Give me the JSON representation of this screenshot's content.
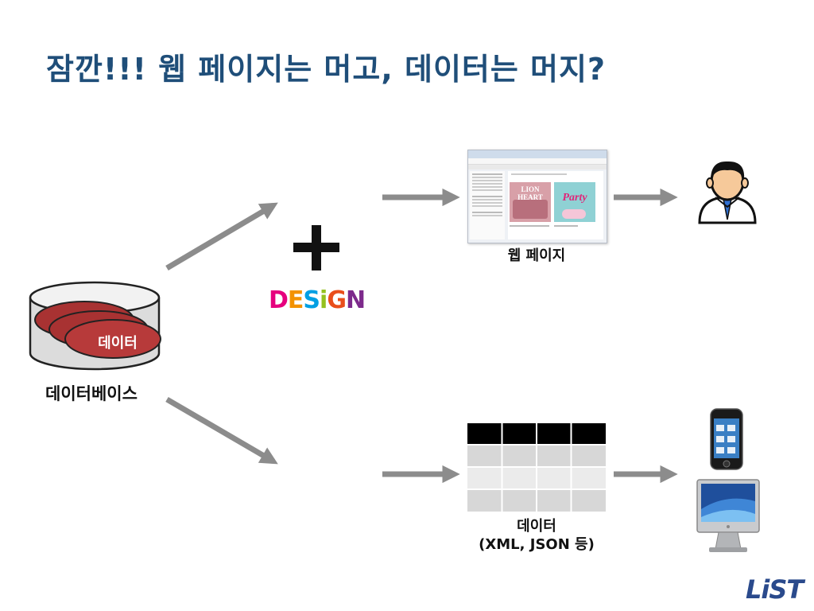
{
  "title": "잠깐!!! 웹 페이지는 머고, 데이터는 머지?",
  "database": {
    "label": "데이터베이스",
    "disk_label": "데이터"
  },
  "design": {
    "letters": [
      "D",
      "E",
      "S",
      "i",
      "G",
      "N"
    ],
    "colors": [
      "#e6007e",
      "#f39200",
      "#009fe3",
      "#95c11f",
      "#e94e1b",
      "#7d2a8c"
    ]
  },
  "webpage": {
    "label": "웹 페이지",
    "album_left": "LION HEART",
    "album_right": "Party"
  },
  "data_format": {
    "label_line1": "데이터",
    "label_line2": "(XML, JSON 등)"
  },
  "logo": {
    "text": "LiST"
  }
}
